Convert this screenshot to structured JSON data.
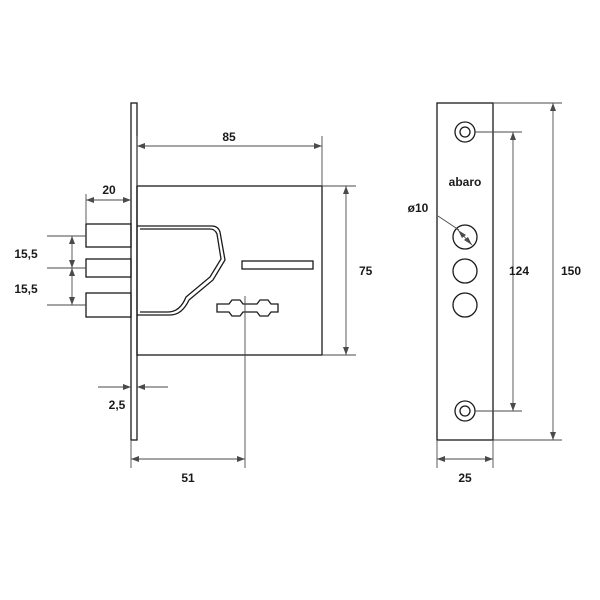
{
  "brand": "abaro",
  "dimensions": {
    "case_width": "85",
    "bolt_length": "20",
    "bolt_pitch_upper": "15,5",
    "bolt_pitch_lower": "15,5",
    "case_height": "75",
    "faceplate_thickness": "2,5",
    "backset": "51",
    "bolt_diameter": "ø10",
    "screw_spacing": "124",
    "faceplate_length": "150",
    "faceplate_width": "25"
  },
  "colors": {
    "line": "#1a1a1a",
    "dimension": "#4a4a4a",
    "background": "#ffffff"
  }
}
